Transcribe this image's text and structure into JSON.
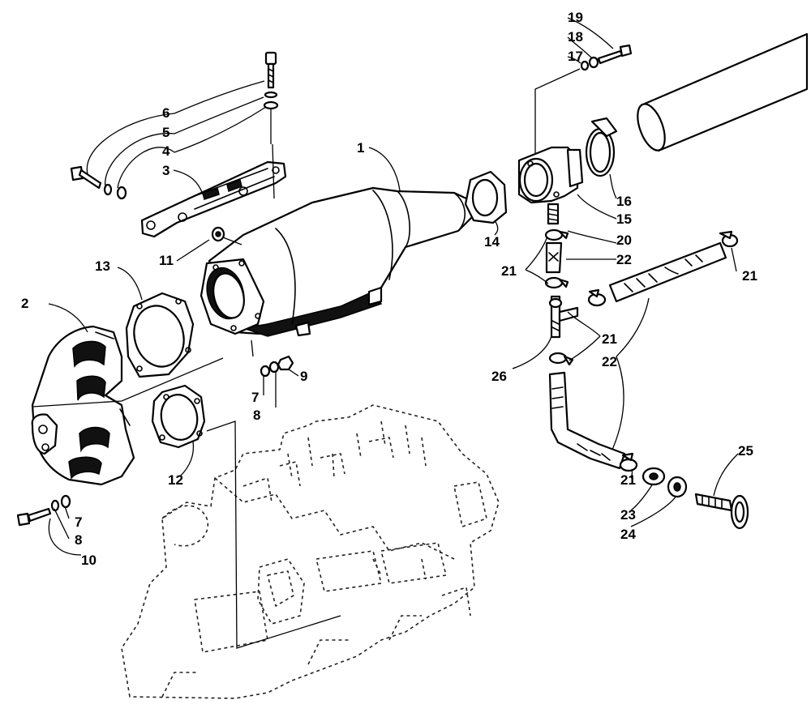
{
  "callouts": {
    "c1": "1",
    "c2": "2",
    "c3": "3",
    "c4": "4",
    "c5": "5",
    "c6": "6",
    "c7a": "7",
    "c7b": "7",
    "c8a": "8",
    "c8b": "8",
    "c9": "9",
    "c10": "10",
    "c11": "11",
    "c12": "12",
    "c13": "13",
    "c14": "14",
    "c15": "15",
    "c16": "16",
    "c17": "17",
    "c18": "18",
    "c19": "19",
    "c20": "20",
    "c21a": "21",
    "c21b": "21",
    "c21c": "21",
    "c21d": "21",
    "c22a": "22",
    "c22b": "22",
    "c23": "23",
    "c24": "24",
    "c25": "25",
    "c26": "26"
  }
}
